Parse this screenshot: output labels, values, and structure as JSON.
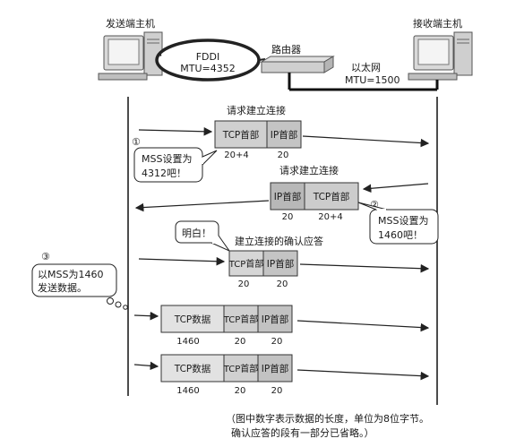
{
  "hosts": {
    "sender": "发送端主机",
    "receiver": "接收端主机"
  },
  "fddi": {
    "name": "FDDI",
    "mtu": "MTU=4352"
  },
  "router": "路由器",
  "ethernet": {
    "name": "以太网",
    "mtu": "MTU=1500"
  },
  "steps": [
    "①",
    "②",
    "③"
  ],
  "messages": {
    "syn": "请求建立连接",
    "synack": "请求建立连接",
    "ack": "建立连接的确认应答"
  },
  "bubbles": {
    "mss_sender": [
      "MSS设置为",
      "4312吧！"
    ],
    "mss_receiver": [
      "MSS设置为",
      "1460吧！"
    ],
    "ok": "明白！",
    "send_data": [
      "以MSS为1460",
      "发送数据。"
    ]
  },
  "packets": {
    "syn": {
      "tcp": "TCP首部",
      "ip": "IP首部",
      "tcp_len": "20+4",
      "ip_len": "20"
    },
    "synack": {
      "ip": "IP首部",
      "tcp": "TCP首部",
      "ip_len": "20",
      "tcp_len": "20+4"
    },
    "ack": {
      "tcp": "TCP首部",
      "ip": "IP首部",
      "tcp_len": "20",
      "ip_len": "20"
    },
    "data": [
      {
        "data": "TCP数据",
        "tcp": "TCP首部",
        "ip": "IP首部",
        "data_len": "1460",
        "tcp_len": "20",
        "ip_len": "20"
      },
      {
        "data": "TCP数据",
        "tcp": "TCP首部",
        "ip": "IP首部",
        "data_len": "1460",
        "tcp_len": "20",
        "ip_len": "20"
      }
    ]
  },
  "note": [
    "（图中数字表示数据的长度，单位为8位字节。",
    "确认应答的段有一部分已省略。）"
  ]
}
